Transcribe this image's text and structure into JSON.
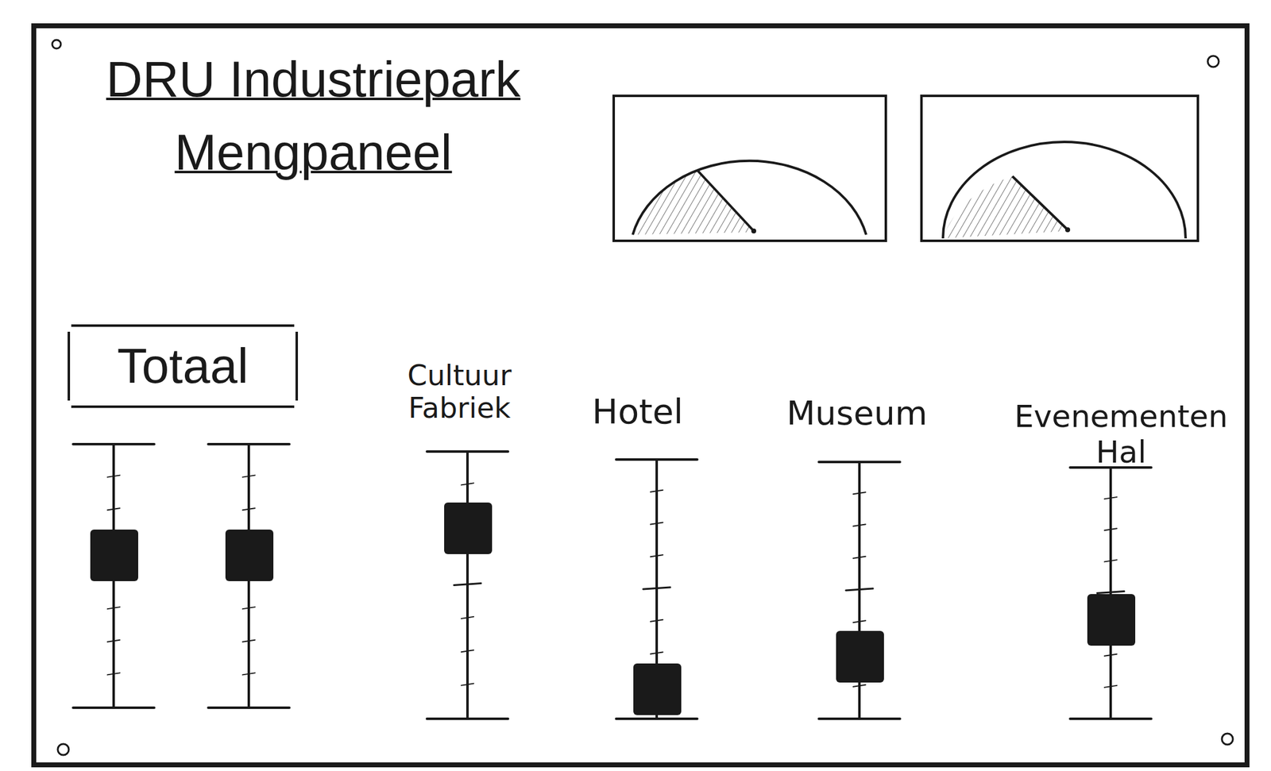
{
  "diagram": {
    "title": "DRU Industriepark Mengpaneel",
    "nodes": [
      {
        "text": [
          "Totaal"
        ]
      }
    ],
    "labels": [
      "Cultuur Fabriek",
      "Hotel",
      "Museum",
      "Evenementen Hal"
    ]
  }
}
